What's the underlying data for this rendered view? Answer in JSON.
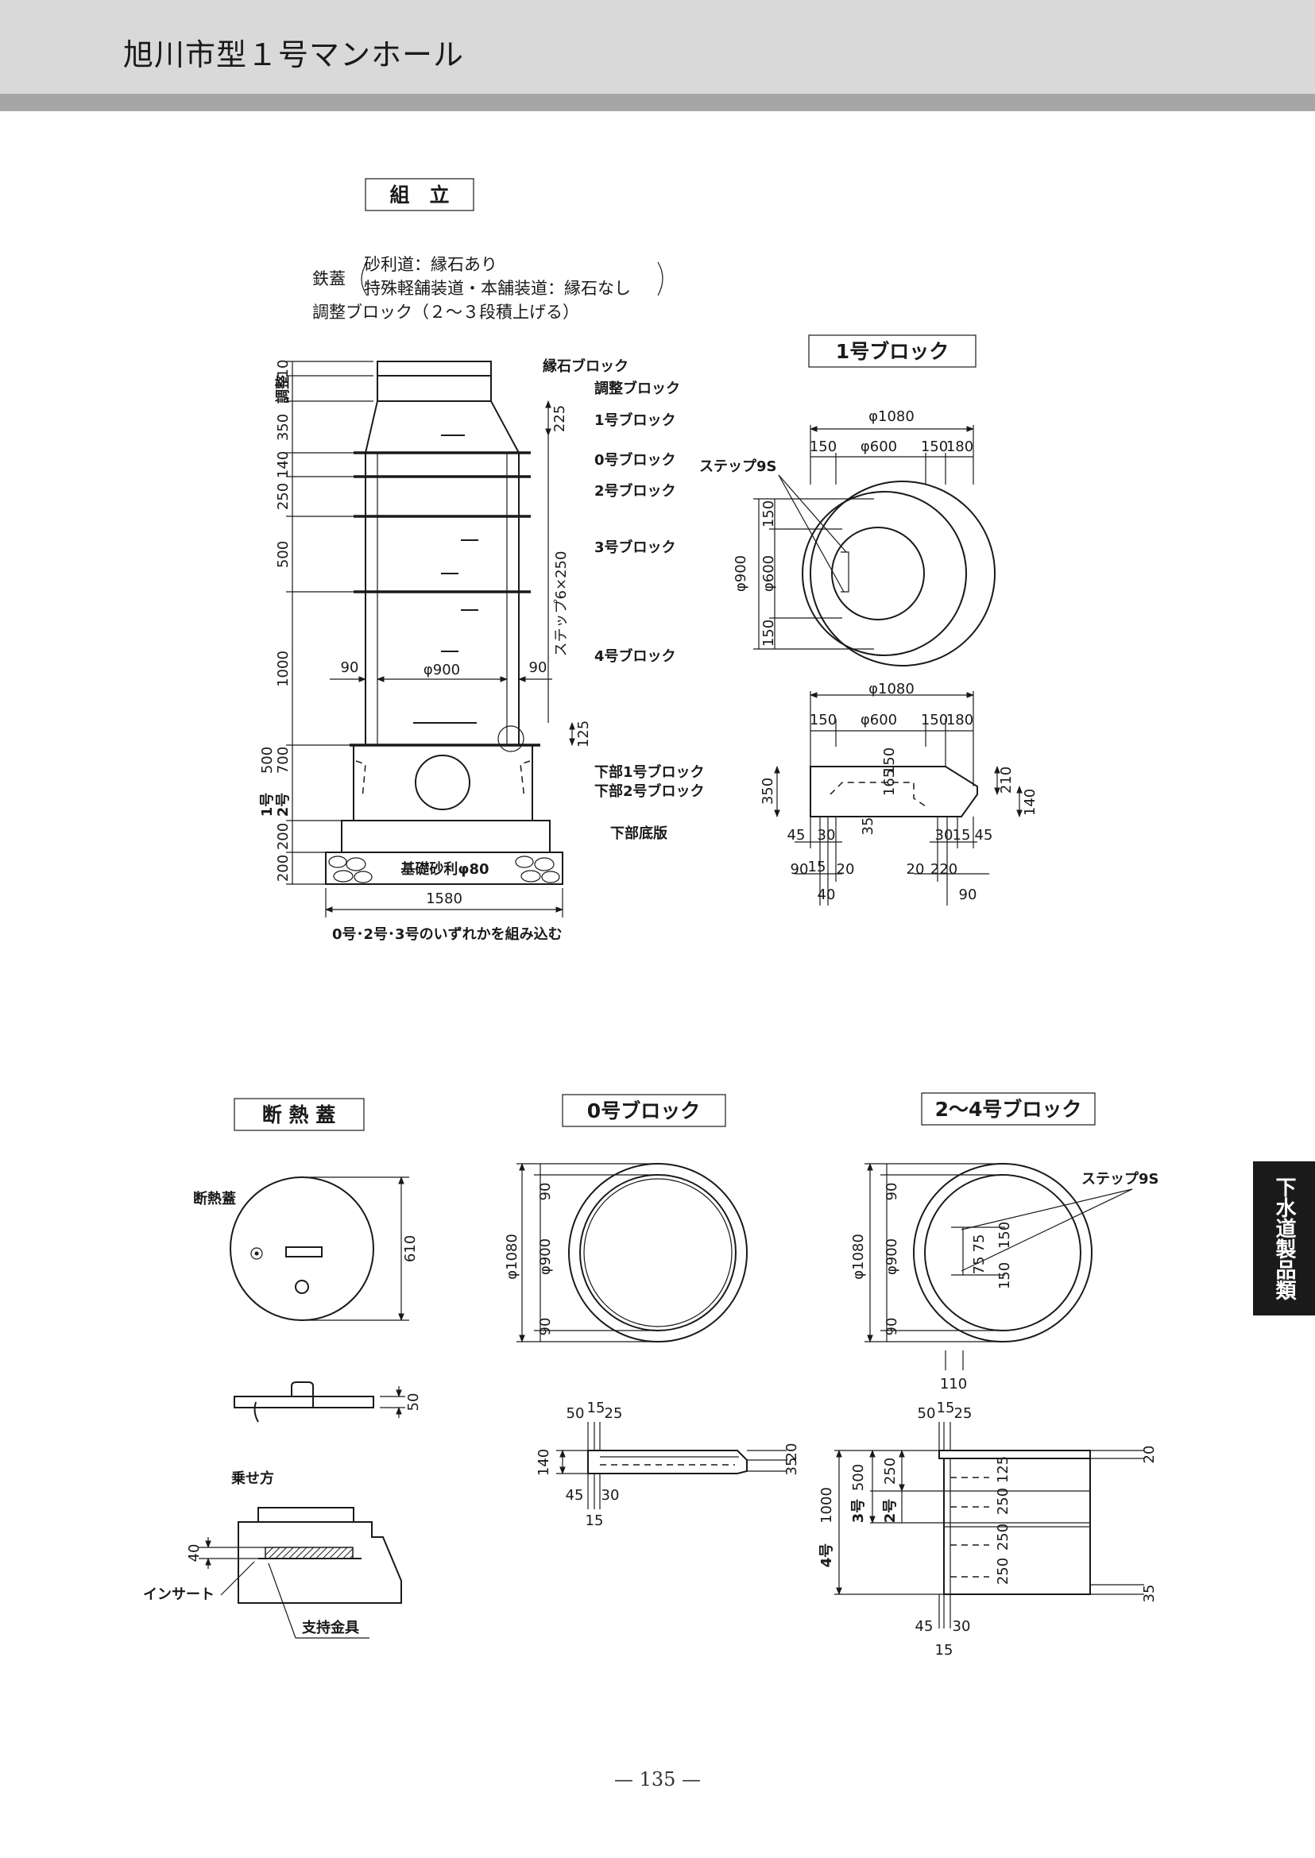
{
  "header": {
    "title": "旭川市型１号マンホール"
  },
  "side_tab": {
    "label": "下水道製品類"
  },
  "page_number": "— 135 —",
  "assembly": {
    "title": "組　立",
    "lid_note_1a": "鉄蓋",
    "lid_note_1b": "砂利道：縁石あり",
    "lid_note_2": "特殊軽舗装道・本舗装道：縁石なし",
    "lid_note_3": "調整ブロック（２〜３段積上げる）",
    "labels": [
      "縁石ブロック",
      "調整ブロック",
      "1号ブロック",
      "0号ブロック",
      "2号ブロック",
      "3号ブロック",
      "4号ブロック",
      "下部1号ブロック",
      "下部2号ブロック",
      "下部底版"
    ],
    "left_dims": [
      "10",
      "調整",
      "350",
      "140",
      "250",
      "500",
      "1000",
      "500",
      "700",
      "1号",
      "2号",
      "200",
      "200"
    ],
    "inner_dims": [
      "90",
      "φ900",
      "90",
      "225",
      "125"
    ],
    "step_label": "ステップ6×250",
    "base_label": "基礎砂利φ80",
    "base_width": "1580",
    "footnote": "0号･2号･3号のいずれかを組み込む"
  },
  "block1": {
    "title": "1号ブロック",
    "step_label": "ステップ9S",
    "plan_dims": [
      "φ1080",
      "150",
      "φ600",
      "150",
      "180",
      "150",
      "φ900",
      "φ600",
      "150"
    ],
    "section_dims": [
      "φ1080",
      "150",
      "φ600",
      "150",
      "180",
      "350",
      "165",
      "150",
      "210",
      "140",
      "35",
      "45",
      "30",
      "15",
      "20",
      "90",
      "40",
      "30",
      "15",
      "45",
      "20",
      "220",
      "90"
    ]
  },
  "insulation_lid": {
    "title": "断 熱 蓋",
    "plan_label": "断熱蓋",
    "dims": [
      "610",
      "50",
      "40"
    ],
    "placement_label": "乗せ方",
    "insert_label": "インサート",
    "bracket_label": "支持金具"
  },
  "block0": {
    "title": "0号ブロック",
    "plan_dims": [
      "90",
      "φ1080",
      "φ900",
      "90"
    ],
    "section_dims": [
      "50",
      "15",
      "25",
      "140",
      "35",
      "20",
      "45",
      "30",
      "15"
    ]
  },
  "block24": {
    "title": "2〜4号ブロック",
    "step_label": "ステップ9S",
    "plan_dims": [
      "90",
      "φ1080",
      "φ900",
      "90",
      "75",
      "75",
      "150",
      "150",
      "110"
    ],
    "section_dims": [
      "50",
      "15",
      "25",
      "20",
      "500",
      "250",
      "125",
      "250",
      "250",
      "250",
      "1000",
      "3号",
      "2号",
      "4号",
      "35",
      "45",
      "30",
      "15"
    ]
  }
}
